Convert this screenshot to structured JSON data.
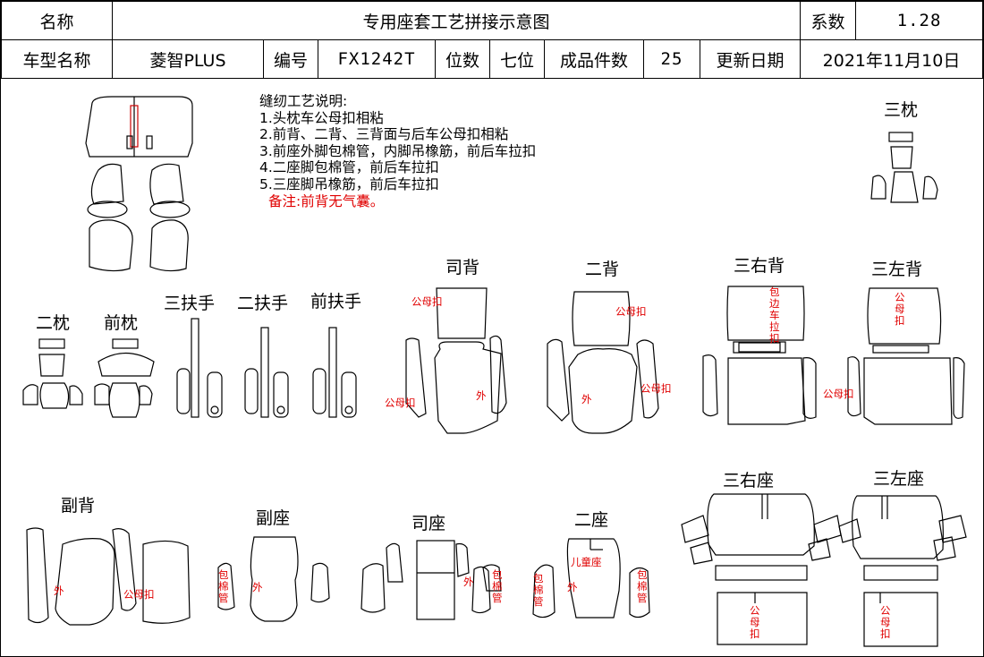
{
  "header": {
    "name_label": "名称",
    "title": "专用座套工艺拼接示意图",
    "coef_label": "系数",
    "coef_value": "1.28",
    "model_label": "车型名称",
    "model_value": "菱智PLUS",
    "code_label": "编号",
    "code_value": "FX1242T",
    "seats_label": "位数",
    "seats_value": "七位",
    "pieces_label": "成品件数",
    "pieces_value": "25",
    "update_label": "更新日期",
    "update_value": "2021年11月10日"
  },
  "notes": {
    "title": "缝纫工艺说明:",
    "lines": [
      "1.头枕车公母扣相粘",
      "2.前背、二背、三背面与后车公母扣相粘",
      "3.前座外脚包棉管，内脚吊橡筋，前后车拉扣",
      "4.二座脚包棉管，前后车拉扣",
      "5.三座脚吊橡筋，前后车拉扣"
    ],
    "remark": "备注:前背无气囊。"
  },
  "parts": {
    "san_zhen": "三枕",
    "er_zhen": "二枕",
    "qian_zhen": "前枕",
    "san_fushou": "三扶手",
    "er_fushou": "二扶手",
    "qian_fushou": "前扶手",
    "si_bei": "司背",
    "er_bei": "二背",
    "san_you_bei": "三右背",
    "san_zuo_bei": "三左背",
    "fu_bei": "副背",
    "fu_zuo": "副座",
    "si_zuo": "司座",
    "er_zuo": "二座",
    "san_you_zuo": "三右座",
    "san_zuo_zuo": "三左座"
  },
  "annotations": {
    "gong_mu_kou": "公母扣",
    "wai": "外",
    "bao_mian_guan": "包棉管",
    "bao_bian_che_la_kou": "包边车拉扣",
    "er_tong_zuo": "儿童座"
  }
}
